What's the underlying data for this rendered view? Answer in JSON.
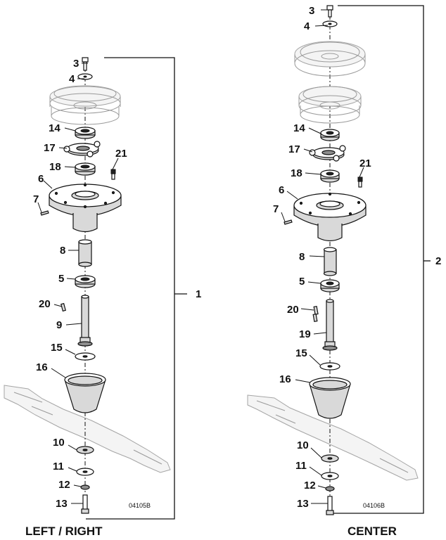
{
  "diagram": {
    "left": {
      "caption": "LEFT / RIGHT",
      "drawing_code": "04105B",
      "assembly_number": "1",
      "callouts": [
        "3",
        "4",
        "14",
        "17",
        "21",
        "18",
        "6",
        "7",
        "8",
        "5",
        "20",
        "9",
        "15",
        "16",
        "10",
        "11",
        "12",
        "13"
      ]
    },
    "right": {
      "caption": "CENTER",
      "drawing_code": "04106B",
      "assembly_number": "2",
      "callouts": [
        "3",
        "4",
        "14",
        "17",
        "18",
        "21",
        "6",
        "7",
        "8",
        "5",
        "20",
        "19",
        "15",
        "16",
        "10",
        "11",
        "12",
        "13"
      ]
    }
  }
}
